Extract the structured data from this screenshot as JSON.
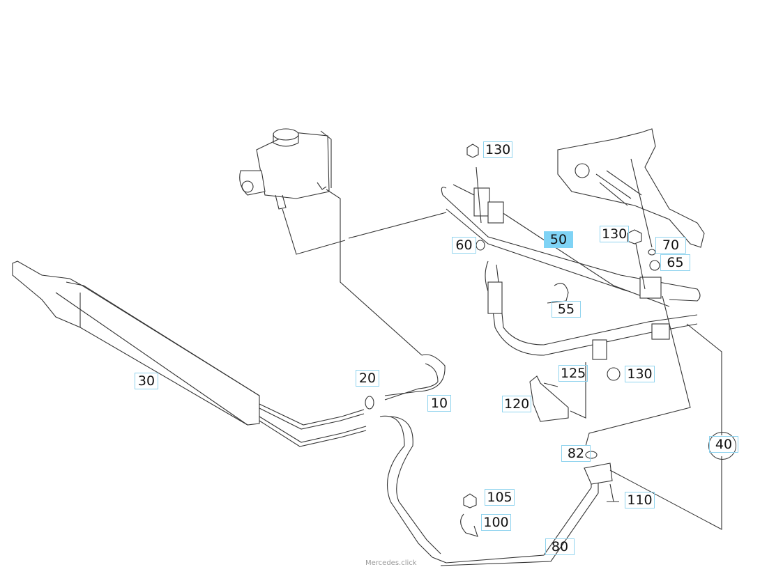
{
  "diagram": {
    "title": "Power steering hydraulic lines",
    "highlighted_part": "50",
    "highlight_color": "#7fd3f5",
    "callout_border_color": "#8fd3ee",
    "parts": [
      {
        "id": "130a",
        "label": "130"
      },
      {
        "id": "50",
        "label": "50"
      },
      {
        "id": "60",
        "label": "60"
      },
      {
        "id": "130b",
        "label": "130"
      },
      {
        "id": "70",
        "label": "70"
      },
      {
        "id": "65",
        "label": "65"
      },
      {
        "id": "55",
        "label": "55"
      },
      {
        "id": "30",
        "label": "30"
      },
      {
        "id": "20",
        "label": "20"
      },
      {
        "id": "10",
        "label": "10"
      },
      {
        "id": "125",
        "label": "125"
      },
      {
        "id": "130c",
        "label": "130"
      },
      {
        "id": "120",
        "label": "120"
      },
      {
        "id": "40",
        "label": "40"
      },
      {
        "id": "82",
        "label": "82"
      },
      {
        "id": "105",
        "label": "105"
      },
      {
        "id": "110",
        "label": "110"
      },
      {
        "id": "100",
        "label": "100"
      },
      {
        "id": "80",
        "label": "80"
      }
    ],
    "watermark": "Mercedes.click"
  }
}
